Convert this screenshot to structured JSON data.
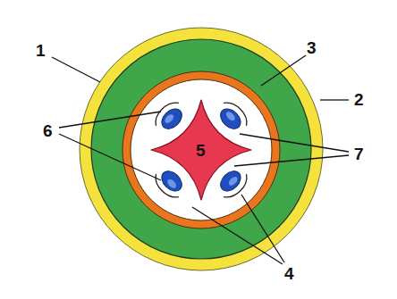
{
  "diagram": {
    "labels": [
      "1",
      "3",
      "2",
      "6",
      "5",
      "7",
      "4"
    ]
  }
}
